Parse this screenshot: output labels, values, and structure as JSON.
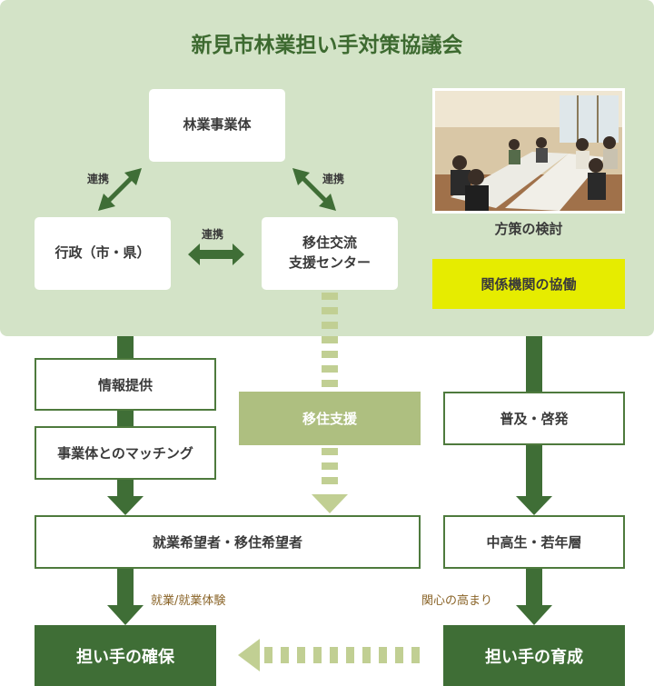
{
  "council": {
    "title": "新見市林業担い手対策協議会",
    "members": {
      "forestry": "林業事業体",
      "government": "行政（市・県）",
      "migration_center": "移住交流\n支援センター"
    },
    "links": {
      "forestry_government": "連携",
      "forestry_center": "連携",
      "government_center": "連携"
    },
    "photo_caption": "方策の検討",
    "collaboration": "関係機関の協働"
  },
  "left_column": {
    "info": "情報提供",
    "matching": "事業体とのマッチング"
  },
  "middle_column": {
    "migration_support": "移住支援"
  },
  "right_column": {
    "awareness": "普及・啓発",
    "students": "中高生・若年層"
  },
  "target": "就業希望者・移住希望者",
  "flow_labels": {
    "employment": "就業/就業体験",
    "interest": "関心の高まり"
  },
  "outcomes": {
    "secure": "担い手の確保",
    "develop": "担い手の育成"
  },
  "colors": {
    "dark_green": "#3f6e36",
    "light_green_panel": "#d3e3c7",
    "olive": "#aebf80",
    "yellow": "#e6ec00",
    "brown_text": "#8a6428"
  }
}
